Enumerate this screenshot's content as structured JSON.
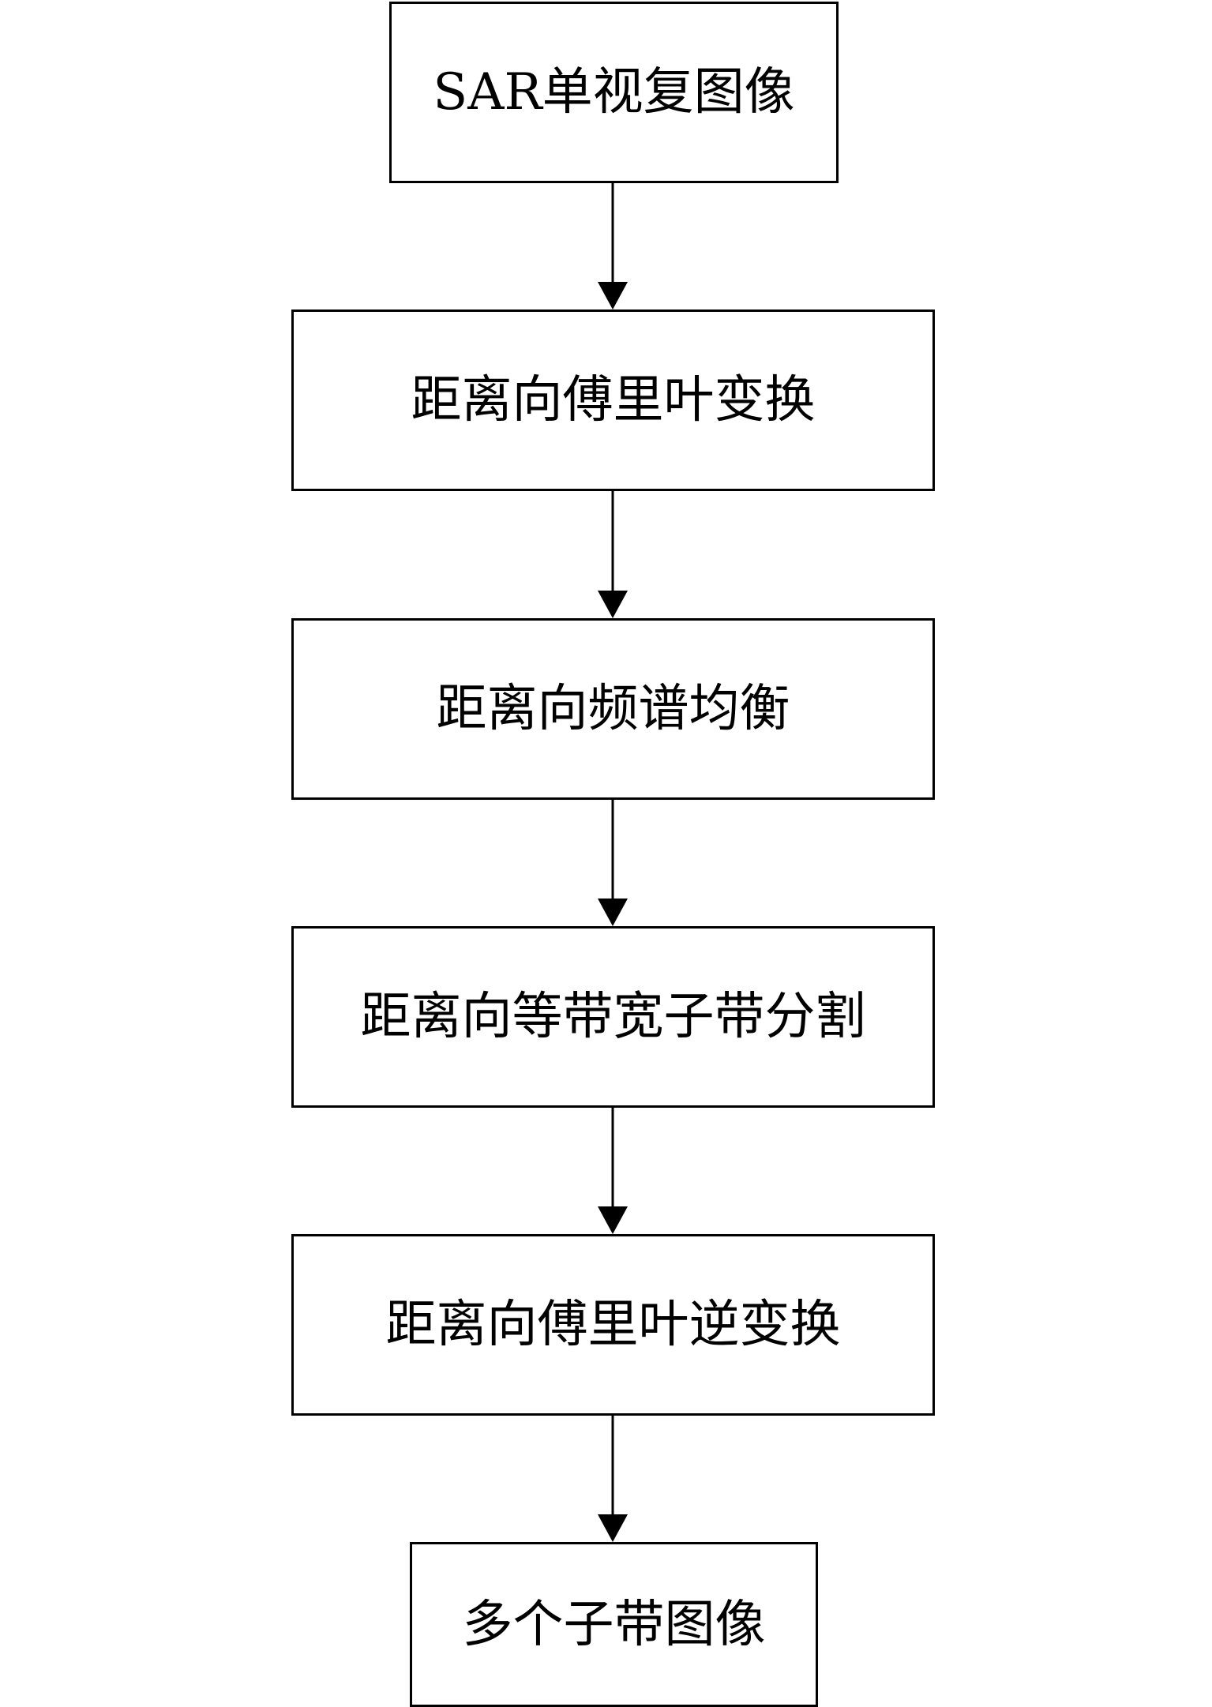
{
  "steps": [
    {
      "label": "SAR单视复图像"
    },
    {
      "label": "距离向傅里叶变换"
    },
    {
      "label": "距离向频谱均衡"
    },
    {
      "label": "距离向等带宽子带分割"
    },
    {
      "label": "距离向傅里叶逆变换"
    },
    {
      "label": "多个子带图像"
    }
  ],
  "colors": {
    "line": "#000000",
    "background": "#ffffff"
  }
}
